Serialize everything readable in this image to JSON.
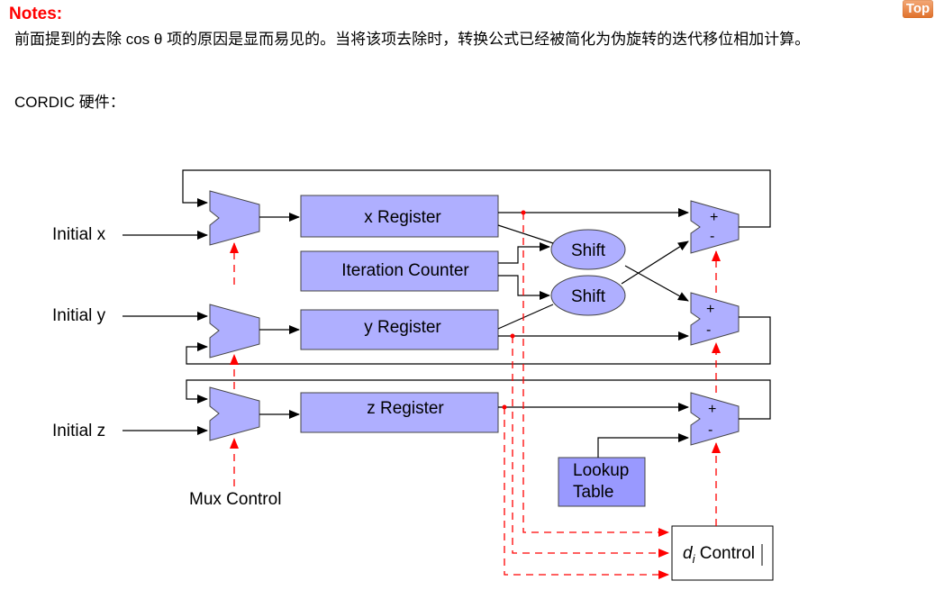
{
  "header": {
    "notes_heading": "Notes:",
    "top_link": "Top"
  },
  "notes": {
    "paragraph": "前面提到的去除 cos θ 项的原因是显而易见的。当将该项去除时，转换公式已经被简化为伪旋转的迭代移位相加计算。",
    "hardware_label": "CORDIC 硬件："
  },
  "diagram": {
    "inputs": {
      "initial_x": "Initial x",
      "initial_y": "Initial y",
      "initial_z": "Initial z"
    },
    "registers": {
      "x_register": "x Register",
      "iteration_counter": "Iteration Counter",
      "y_register": "y Register",
      "z_register": "z Register"
    },
    "shifters": [
      "Shift",
      "Shift"
    ],
    "lookup_table": [
      "Lookup",
      "Table"
    ],
    "mux_control": "Mux Control",
    "di_control": {
      "d": "d",
      "sub": "i",
      "rest": " Control"
    },
    "adder_signs": {
      "plus": "+",
      "minus": "-"
    }
  },
  "colors": {
    "block_fill": "#afafff",
    "lookup_fill": "#9999ff",
    "control_line": "#ff0000",
    "heading": "#ff0000"
  }
}
